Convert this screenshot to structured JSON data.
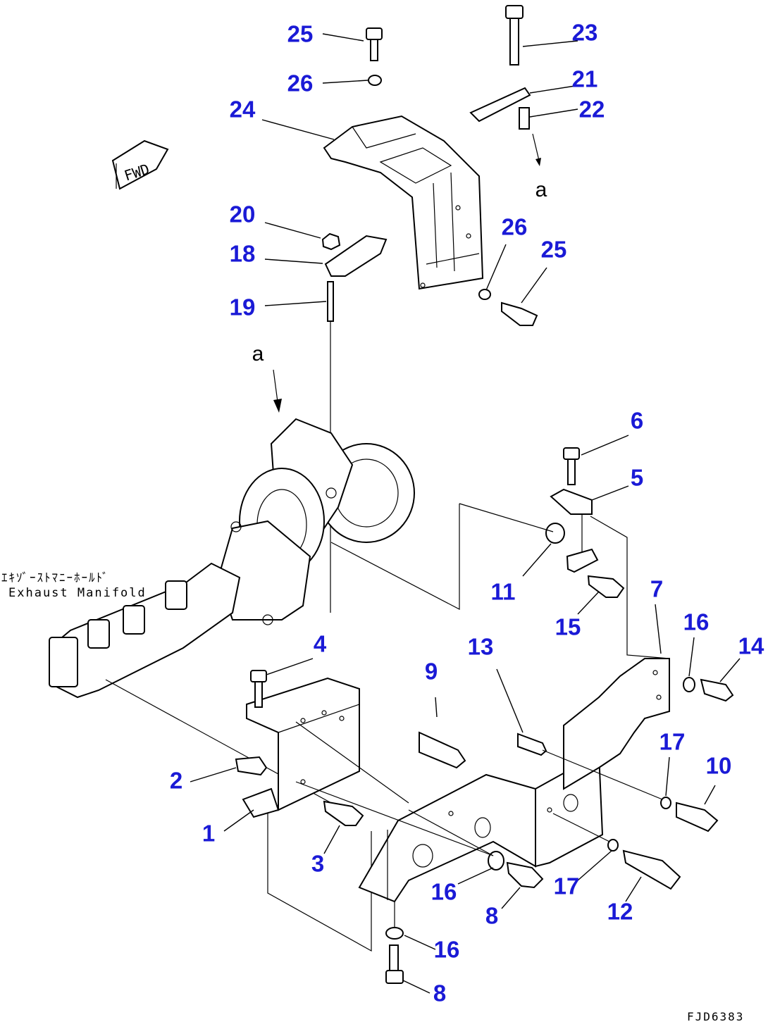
{
  "callouts": [
    {
      "id": "c25a",
      "text": "25"
    },
    {
      "id": "c23",
      "text": "23"
    },
    {
      "id": "c26a",
      "text": "26"
    },
    {
      "id": "c21",
      "text": "21"
    },
    {
      "id": "c24",
      "text": "24"
    },
    {
      "id": "c22",
      "text": "22"
    },
    {
      "id": "c20",
      "text": "20"
    },
    {
      "id": "c26b",
      "text": "26"
    },
    {
      "id": "c18",
      "text": "18"
    },
    {
      "id": "c25b",
      "text": "25"
    },
    {
      "id": "c19",
      "text": "19"
    },
    {
      "id": "c6",
      "text": "6"
    },
    {
      "id": "c5",
      "text": "5"
    },
    {
      "id": "c11",
      "text": "11"
    },
    {
      "id": "c7",
      "text": "7"
    },
    {
      "id": "c15",
      "text": "15"
    },
    {
      "id": "c16a",
      "text": "16"
    },
    {
      "id": "c14",
      "text": "14"
    },
    {
      "id": "c4",
      "text": "4"
    },
    {
      "id": "c9",
      "text": "9"
    },
    {
      "id": "c13",
      "text": "13"
    },
    {
      "id": "c17a",
      "text": "17"
    },
    {
      "id": "c10",
      "text": "10"
    },
    {
      "id": "c2",
      "text": "2"
    },
    {
      "id": "c1",
      "text": "1"
    },
    {
      "id": "c3",
      "text": "3"
    },
    {
      "id": "c16b",
      "text": "16"
    },
    {
      "id": "c8a",
      "text": "8"
    },
    {
      "id": "c17b",
      "text": "17"
    },
    {
      "id": "c12",
      "text": "12"
    },
    {
      "id": "c16c",
      "text": "16"
    },
    {
      "id": "c8b",
      "text": "8"
    }
  ],
  "view_marker": "a",
  "exhaust_label_jp": "ｴｷｿﾞｰｽﾄﾏﾆｰﾎｰﾙﾄﾞ",
  "exhaust_label_en": "Exhaust Manifold",
  "fwd_label": "FWD",
  "drawing_code": "FJD6383",
  "colors": {
    "callout": "#1a1ad6",
    "line": "#000000",
    "background": "#ffffff"
  }
}
